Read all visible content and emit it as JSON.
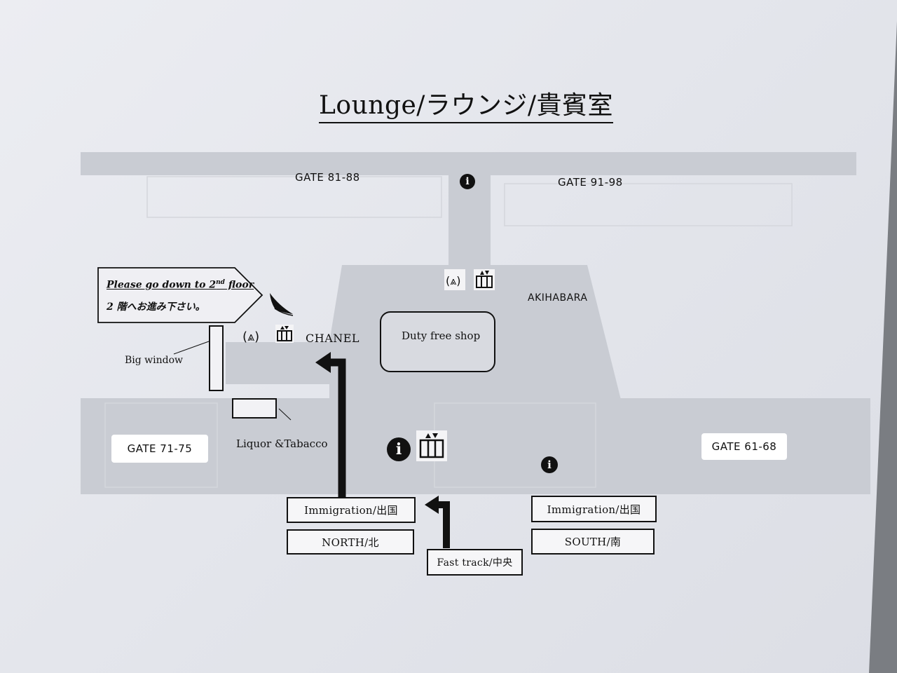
{
  "title": "Lounge/ラウンジ/貴賓室",
  "gates": {
    "north_left": "GATE 81-88",
    "north_right": "GATE 91-98",
    "west": "GATE 71-75",
    "east": "GATE 61-68"
  },
  "places": {
    "akihabara": "AKIHABARA",
    "chanel": "CHANEL",
    "duty_free": "Duty free shop",
    "big_window": "Big window",
    "liquor": "Liquor &Tabacco"
  },
  "sign": {
    "line1_pre": "Please go down to 2",
    "line1_sup": "nd",
    "line1_post": " floor",
    "line2": "2 階へお進み下さい。"
  },
  "checkpoints": {
    "immigration_north": "Immigration/出国",
    "north": "NORTH/北",
    "fast_track": "Fast track/中央",
    "immigration_south": "Immigration/出国",
    "south": "SOUTH/南"
  },
  "icons": {
    "info": "i",
    "restroom": "restroom-icon",
    "elevator": "elevator-icon",
    "logo": "airline-logo-icon"
  },
  "colors": {
    "corridor": "#c9ccd3",
    "paper": "#e8e9ee",
    "ink": "#111111"
  }
}
